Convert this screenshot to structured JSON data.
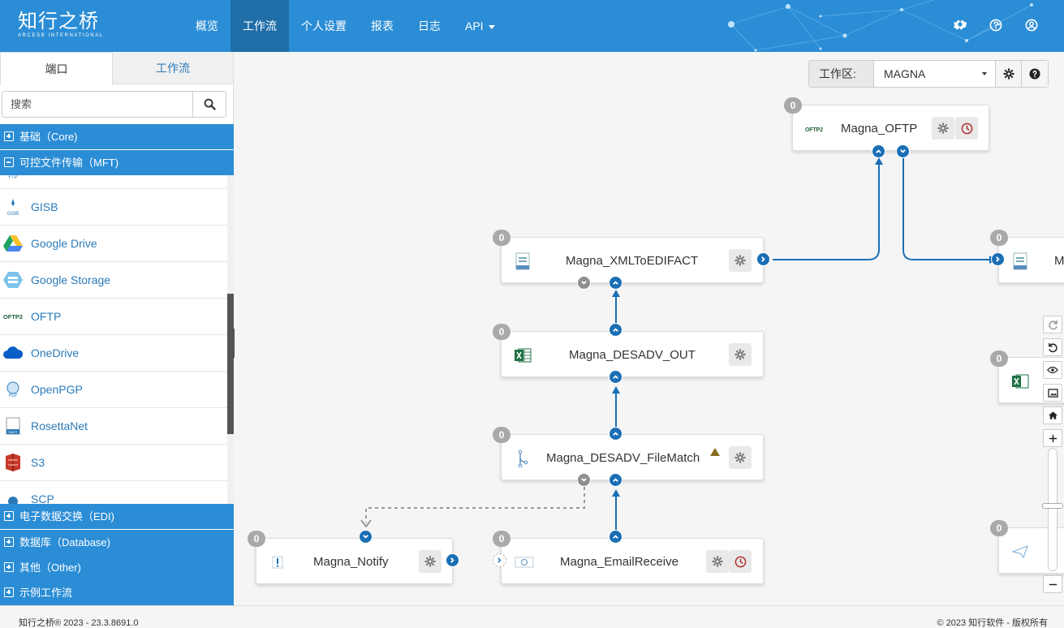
{
  "brand": {
    "logo_main": "知行之桥",
    "logo_sub": "ARCESB INTERNATIONAL"
  },
  "nav": {
    "items": [
      "概览",
      "工作流",
      "个人设置",
      "报表",
      "日志",
      "API"
    ],
    "active": "工作流"
  },
  "top_icons": [
    "gear-icon",
    "help-icon",
    "user-icon"
  ],
  "sidebar": {
    "tabs": [
      "端口",
      "工作流"
    ],
    "active_tab": "端口",
    "search_placeholder": "搜索",
    "categories_top": [
      "基础（Core)",
      "可控文件传输（MFT)"
    ],
    "categories_bottom": [
      "电子数据交换（EDI)",
      "数据库（Database)",
      "其他（Other)",
      "示例工作流"
    ],
    "connectors": [
      "GISB",
      "Google Drive",
      "Google Storage",
      "OFTP",
      "OneDrive",
      "OpenPGP",
      "RosettaNet",
      "S3",
      "SCP"
    ],
    "partial_top_icon_text": "FTP"
  },
  "workspace": {
    "label": "工作区:",
    "selected": "MAGNA"
  },
  "icon_labels": {
    "oftp": "OFTP2",
    "gisb": "GISB",
    "pgp": "PGP",
    "rnet": "RNET"
  },
  "nodes": {
    "oftp": {
      "title": "Magna_OFTP",
      "count": "0"
    },
    "xml_to_edifact": {
      "title": "Magna_XMLToEDIFACT",
      "count": "0"
    },
    "desadv_out": {
      "title": "Magna_DESADV_OUT",
      "count": "0"
    },
    "filematch": {
      "title": "Magna_DESADV_FileMatch",
      "count": "0"
    },
    "notify": {
      "title": "Magna_Notify",
      "count": "0"
    },
    "email_receive": {
      "title": "Magna_EmailReceive",
      "count": "0"
    },
    "right_partial_1": {
      "title": "M",
      "count": "0"
    },
    "right_partial_2": {
      "count": "0"
    },
    "right_partial_3": {
      "count": "0"
    }
  },
  "footer": {
    "left": "知行之桥® 2023 - 23.3.8691.0",
    "right": "© 2023 知行软件 - 版权所有"
  },
  "colors": {
    "primary": "#2b8dd6",
    "nav_active": "#1f6ea8",
    "port": "#1a6fb5",
    "link": "#2b7ab8"
  }
}
